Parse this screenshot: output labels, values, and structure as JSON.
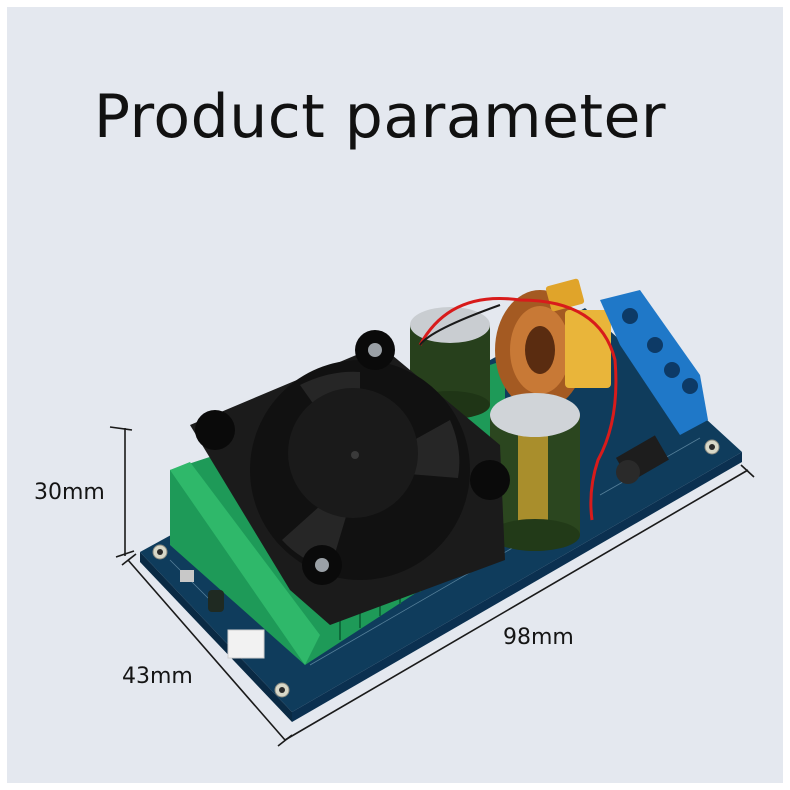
{
  "title": "Product parameter",
  "dimensions": {
    "height": "30mm",
    "depth": "43mm",
    "width": "98mm"
  }
}
